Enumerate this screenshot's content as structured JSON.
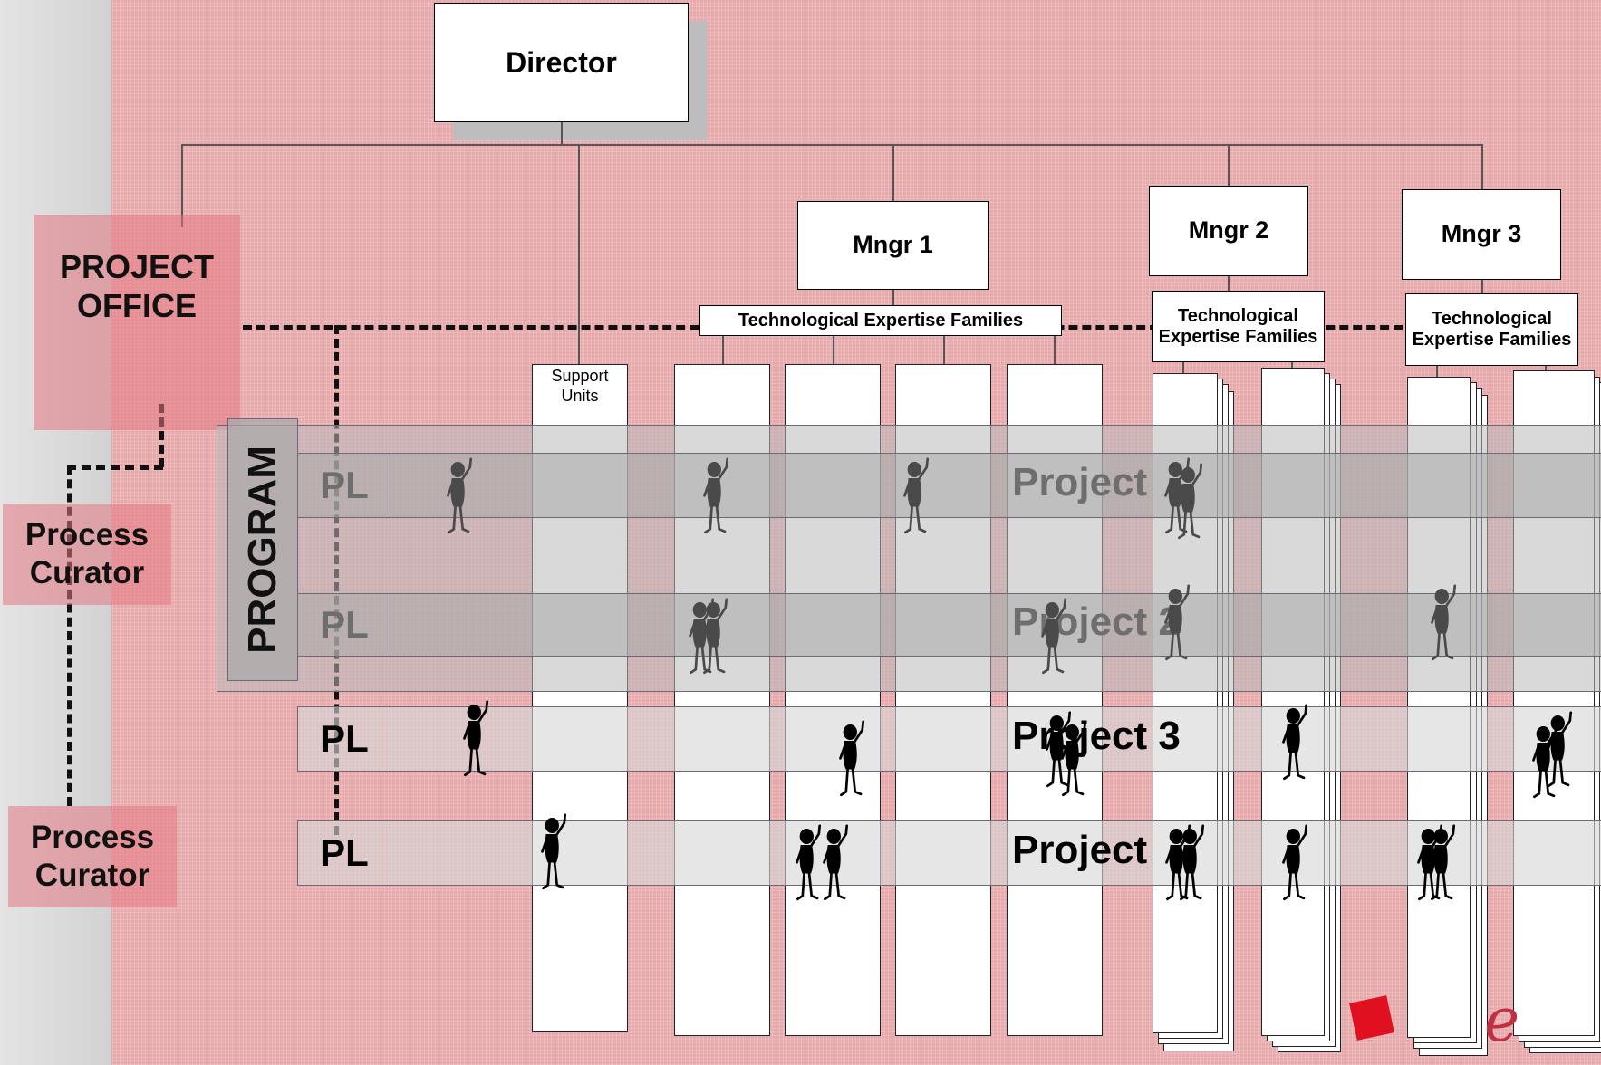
{
  "director": "Director",
  "managers": [
    {
      "name": "Mngr 1",
      "tef": "Technological Expertise Families"
    },
    {
      "name": "Mngr 2",
      "tef": "Technological Expertise Families"
    },
    {
      "name": "Mngr 3",
      "tef": "Technological Expertise Families"
    }
  ],
  "support_units": "Support Units",
  "project_office": "PROJECT OFFICE",
  "process_curators": [
    "Process Curator",
    "Process Curator"
  ],
  "program": "PROGRAM",
  "projects": [
    {
      "pl": "PL",
      "name": "Project",
      "style": "ghost"
    },
    {
      "pl": "PL",
      "name": "Project 2",
      "style": "ghost"
    },
    {
      "pl": "PL",
      "name": "Project 3",
      "style": "solid"
    },
    {
      "pl": "PL",
      "name": "Project",
      "style": "solid"
    }
  ],
  "logo_partial": "e",
  "colors": {
    "background": "#e7a9ab",
    "pink_box": "#e47882",
    "logo": "#e01020"
  }
}
